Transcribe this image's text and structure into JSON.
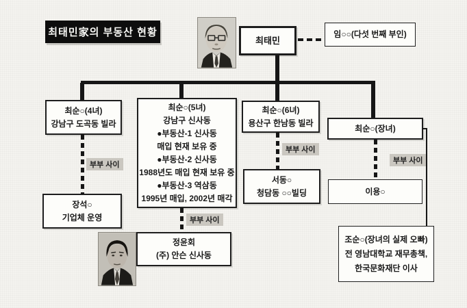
{
  "title": "최태민家의 부동산 현황",
  "patriarch": {
    "name": "최태민"
  },
  "wife": {
    "label": "임○○(다섯 번째 부인)"
  },
  "marriage_label": "부부 사이",
  "nodes": {
    "d4": {
      "lines": [
        "최순○(4녀)",
        "강남구 도곡동 빌라"
      ]
    },
    "d5": {
      "lines": [
        "최순○(5녀)",
        "강남구 신사동",
        "●부동산-1 신사동",
        "매입 현재 보유 중",
        "●부동산-2 신사동",
        "1988년도 매입 현재 보유 중",
        "●부동산-3 역삼동",
        "1995년 매입, 2002년 매각"
      ]
    },
    "d6": {
      "lines": [
        "최순○(6녀)",
        "용산구 한남동 빌라"
      ]
    },
    "d1": {
      "lines": [
        "최순○(장녀)"
      ]
    },
    "sp4": {
      "lines": [
        "장석○",
        "기업체 운영"
      ]
    },
    "sp5": {
      "lines": [
        "정윤회",
        "(주) 안슨 신사동"
      ]
    },
    "sp6": {
      "lines": [
        "서동○",
        "청담동 ○○빌딩"
      ]
    },
    "sp1": {
      "lines": [
        "이용○"
      ]
    },
    "rel": {
      "lines": [
        "조순○(장녀의 실제 오빠)",
        "전 영남대학교 재무총책,",
        "한국문화재단 이사"
      ]
    }
  },
  "colors": {
    "background": "#f4f3ef",
    "ink": "#161616",
    "box_bg": "#fdfdfa",
    "box_border": "#1d1d1d",
    "label_bg": "#cac7c0",
    "title_bg": "#0d0d0d",
    "title_fg": "#f6f6f3"
  }
}
